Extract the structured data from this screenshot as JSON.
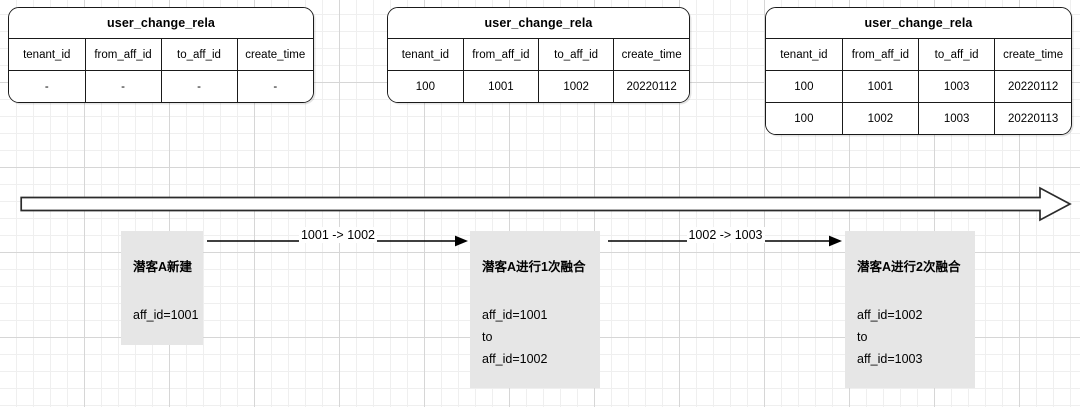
{
  "diagram": {
    "title": "user_change_rela lifecycle timeline",
    "grid": {
      "minor_color": "#efefef",
      "major_color": "#d6d6d6",
      "minor_size": 17,
      "major_size": 85
    },
    "box_fill": "#e6e6e6",
    "stroke": "#1a1a1a"
  },
  "tables": [
    {
      "name": "user_change_rela",
      "columns": [
        "tenant_id",
        "from_aff_id",
        "to_aff_id",
        "create_time"
      ],
      "rows": [
        [
          "-",
          "-",
          "-",
          "-"
        ]
      ]
    },
    {
      "name": "user_change_rela",
      "columns": [
        "tenant_id",
        "from_aff_id",
        "to_aff_id",
        "create_time"
      ],
      "rows": [
        [
          "100",
          "1001",
          "1002",
          "20220112"
        ]
      ]
    },
    {
      "name": "user_change_rela",
      "columns": [
        "tenant_id",
        "from_aff_id",
        "to_aff_id",
        "create_time"
      ],
      "rows": [
        [
          "100",
          "1001",
          "1003",
          "20220112"
        ],
        [
          "100",
          "1002",
          "1003",
          "20220113"
        ]
      ]
    }
  ],
  "stages": [
    {
      "title": "潜客A新建",
      "lines": [
        "aff_id=1001"
      ]
    },
    {
      "title": "潜客A进行1次融合",
      "lines": [
        "aff_id=1001",
        "to",
        "aff_id=1002"
      ]
    },
    {
      "title": "潜客A进行2次融合",
      "lines": [
        "aff_id=1002",
        "to",
        "aff_id=1003"
      ]
    }
  ],
  "connectors": [
    {
      "label": "1001 -> 1002"
    },
    {
      "label": "1002 -> 1003"
    }
  ],
  "timeline": {
    "label": ""
  }
}
